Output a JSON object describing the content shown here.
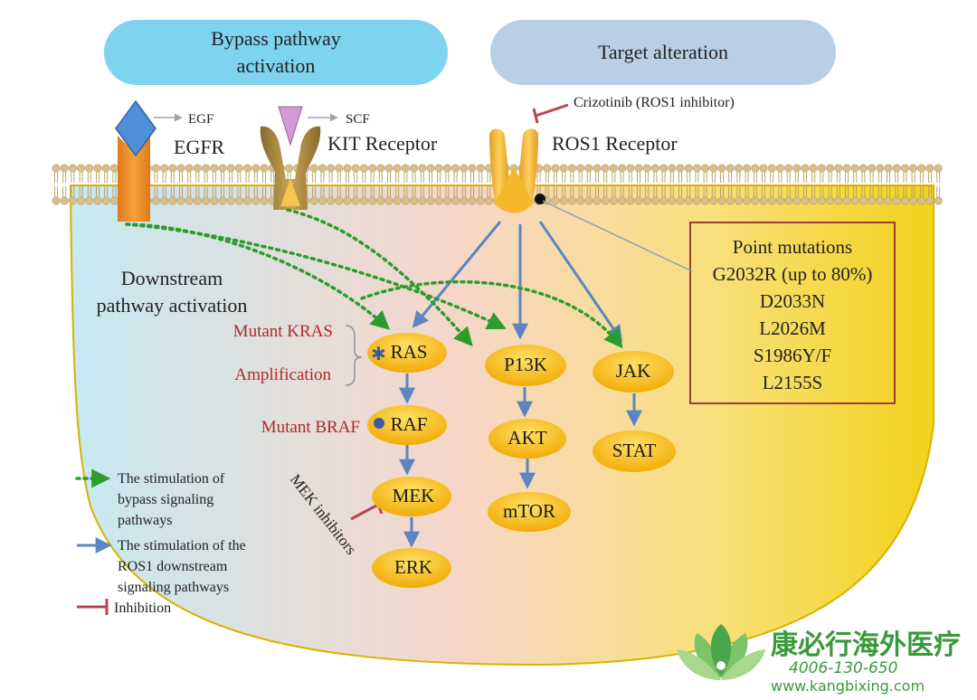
{
  "header": {
    "bypass_line1": "Bypass pathway",
    "bypass_line2": "activation",
    "target": "Target alteration"
  },
  "receptors": {
    "egf": "EGF",
    "egfr": "EGFR",
    "scf": "SCF",
    "kit": "KIT Receptor",
    "ros1": "ROS1 Receptor",
    "crizotinib": "Crizotinib (ROS1 inhibitor)"
  },
  "downstream": {
    "line1": "Downstream",
    "line2": "pathway activation",
    "mutant_kras": "Mutant KRAS",
    "amplification": "Amplification",
    "mutant_braf": "Mutant BRAF",
    "mek_inhibitors": "MEK inhibitors"
  },
  "nodes": {
    "ras": "RAS",
    "raf": "RAF",
    "mek": "MEK",
    "erk": "ERK",
    "p13k": "P13K",
    "akt": "AKT",
    "mtor": "mTOR",
    "jak": "JAK",
    "stat": "STAT"
  },
  "mutations": {
    "title": "Point mutations",
    "items": [
      "G2032R (up to 80%)",
      "D2033N",
      "L2026M",
      "S1986Y/F",
      "L2155S"
    ]
  },
  "legend": {
    "bypass_line1": "The stimulation  of",
    "bypass_line2": "bypass signaling",
    "bypass_line3": "pathways",
    "ros1_line1": "The stimulation  of the",
    "ros1_line2": "ROS1 downstream",
    "ros1_line3": "signaling  pathways",
    "inhibition": "Inhibition"
  },
  "watermark": {
    "name": "康必行海外医疗",
    "phone": "4006-130-650",
    "url": "www.kangbixing.com"
  },
  "colors": {
    "dotted_green": "#2e9b2e",
    "solid_blue": "#5b86c2",
    "inhibit_red": "#b5484f",
    "node_fill": "#f2b705",
    "box_border": "#a23a3a"
  }
}
